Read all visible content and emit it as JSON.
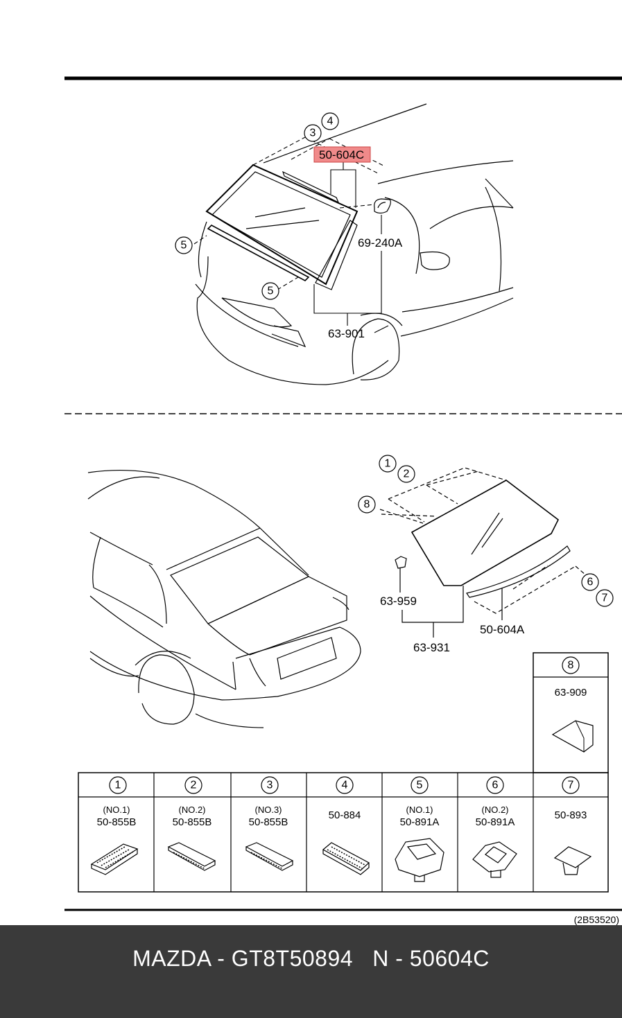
{
  "top_section": {
    "highlighted_part": "50-604C",
    "callouts": [
      "3",
      "4",
      "5",
      "5"
    ],
    "parts": [
      "69-240A",
      "63-901"
    ]
  },
  "rear_section": {
    "callouts": [
      "1",
      "2",
      "8",
      "6",
      "7"
    ],
    "parts": [
      "63-959",
      "63-931",
      "50-604A"
    ]
  },
  "side_box": {
    "num": "8",
    "code": "63-909"
  },
  "table": [
    {
      "num": "1",
      "sub": "(NO.1)",
      "code": "50-855B"
    },
    {
      "num": "2",
      "sub": "(NO.2)",
      "code": "50-855B"
    },
    {
      "num": "3",
      "sub": "(NO.3)",
      "code": "50-855B"
    },
    {
      "num": "4",
      "sub": "",
      "code": "50-884"
    },
    {
      "num": "5",
      "sub": "(NO.1)",
      "code": "50-891A"
    },
    {
      "num": "6",
      "sub": "(NO.2)",
      "code": "50-891A"
    },
    {
      "num": "7",
      "sub": "",
      "code": "50-893"
    }
  ],
  "diagram_id": "(2B53520)",
  "footer": {
    "text": "MAZDA - GT8T50894   N - 50604C"
  },
  "colors": {
    "highlight": "#f08a8a",
    "footer_bg": "#3a3a3a"
  }
}
